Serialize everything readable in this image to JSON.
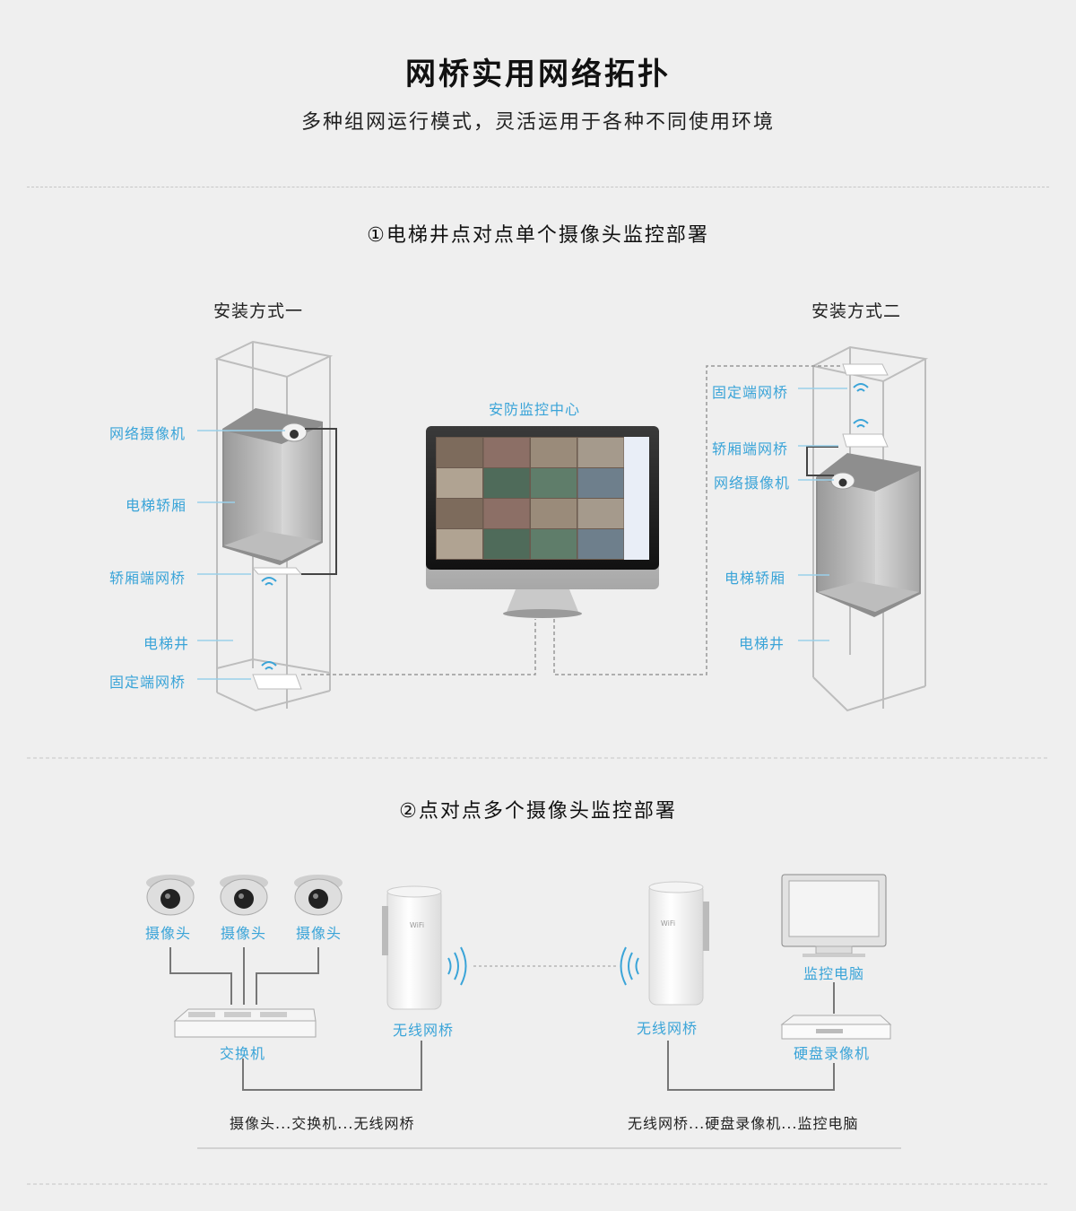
{
  "header": {
    "title": "网桥实用网络拓扑",
    "subtitle": "多种组网运行模式，灵活运用于各种不同使用环境"
  },
  "section1": {
    "title": "①电梯井点对点单个摄像头监控部署",
    "method1": {
      "heading": "安装方式一",
      "labels": {
        "camera": "网络摄像机",
        "car": "电梯轿厢",
        "car_bridge": "轿厢端网桥",
        "shaft": "电梯井",
        "fixed_bridge": "固定端网桥"
      }
    },
    "center": {
      "label": "安防监控中心"
    },
    "method2": {
      "heading": "安装方式二",
      "labels": {
        "fixed_bridge": "固定端网桥",
        "car_bridge": "轿厢端网桥",
        "camera": "网络摄像机",
        "car": "电梯轿厢",
        "shaft": "电梯井"
      }
    }
  },
  "section2": {
    "title": "②点对点多个摄像头监控部署",
    "left": {
      "cameras": [
        "摄像头",
        "摄像头",
        "摄像头"
      ],
      "switch": "交换机",
      "bridge": "无线网桥",
      "caption": "摄像头...交换机...无线网桥"
    },
    "right": {
      "bridge": "无线网桥",
      "computer": "监控电脑",
      "nvr": "硬盘录像机",
      "caption": "无线网桥...硬盘录像机...监控电脑"
    }
  },
  "colors": {
    "accent": "#3aa4d8",
    "background": "#efefef",
    "line": "#8a8a8a"
  }
}
